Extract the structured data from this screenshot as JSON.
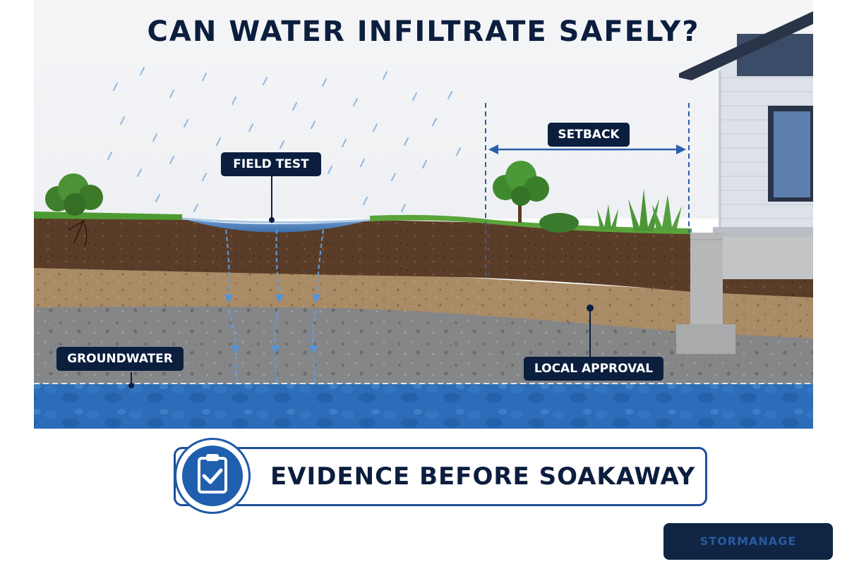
{
  "title": "CAN WATER INFILTRATE SAFELY?",
  "labels": {
    "field_test": "FIELD TEST",
    "setback": "SETBACK",
    "groundwater": "GROUNDWATER",
    "local_approval": "LOCAL APPROVAL"
  },
  "banner": {
    "text": "EVIDENCE BEFORE SOAKAWAY",
    "icon": "clipboard-check-icon"
  },
  "brand": {
    "name": "STORMANAGE"
  },
  "colors": {
    "navy": "#0c1e3e",
    "accent_blue": "#1f5fae",
    "water": "#2c6cb8",
    "topsoil": "#5a3d28",
    "sand": "#a88b66",
    "gravel": "#858585",
    "grass": "#4e9a32"
  }
}
